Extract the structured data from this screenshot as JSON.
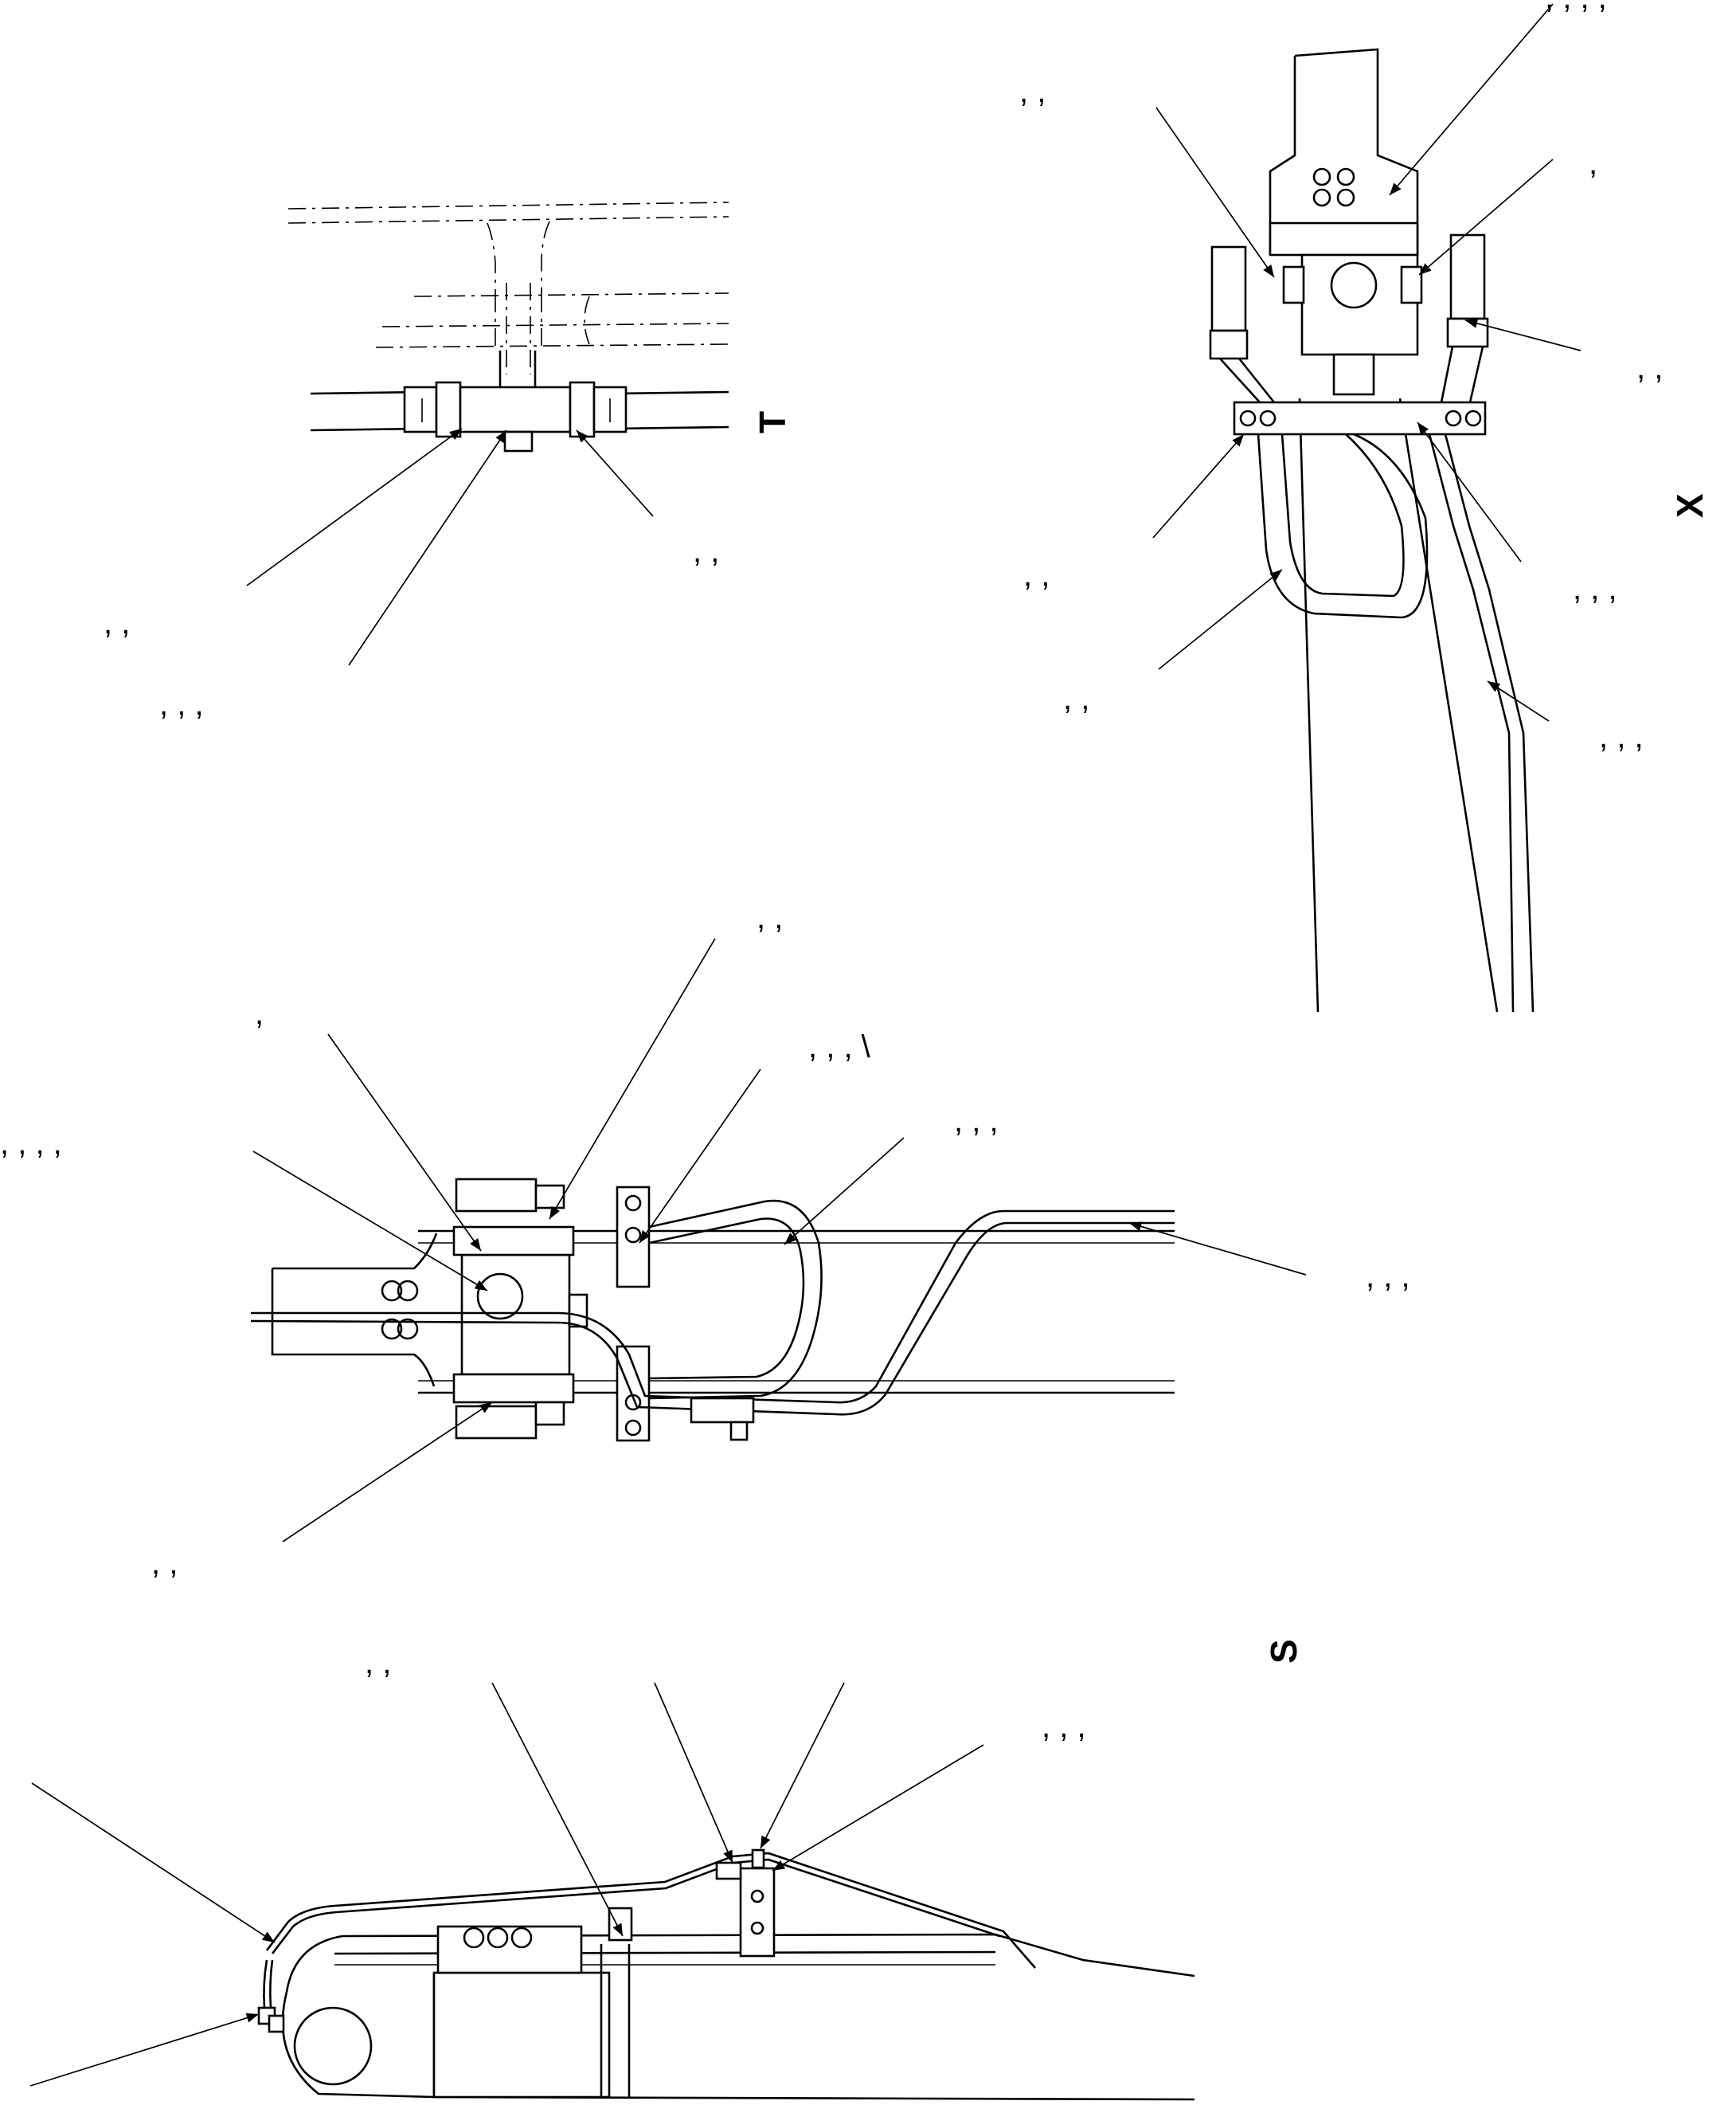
{
  "views": [
    {
      "name": "T"
    },
    {
      "name": "X"
    },
    {
      "name": "S"
    }
  ],
  "callouts": {
    "t_right": ",   ,",
    "t_left": ",   ,",
    "t_bottom": ",    ,    ,",
    "x_top_right": ",   ,   ,   ,",
    "x_top_left": ",    ,",
    "x_right_upper": ",",
    "x_right_mid": ",    ,",
    "x_left_mid": ",    ,",
    "x_right_lower": ",    ,    ,",
    "x_left_lower": ",   ,",
    "x_right_bottom": ",    ,    ,",
    "m_top_center": ",    ,",
    "m_top_left": ",",
    "m_top_right": ",    ,    ,    \\",
    "m_left": ",    ,    ,    ,",
    "m_right_upper": ",    ,    ,",
    "m_right_pipe": ",    ,    ,",
    "m_bottom_left": ",    ,",
    "b_top_left": ",    ,",
    "b_top_right": ",    ,    ,"
  },
  "arrow_marker": "single-ended"
}
